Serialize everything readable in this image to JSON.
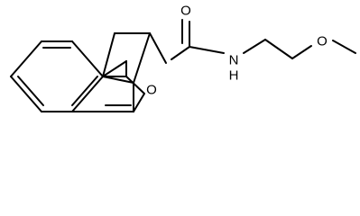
{
  "molecule": {
    "atoms": {
      "carbonyl_oxygen": "O",
      "amide_nitrogen": "N",
      "amide_hydrogen": "H",
      "furan_oxygen": "O",
      "methoxy_oxygen": "O"
    }
  }
}
